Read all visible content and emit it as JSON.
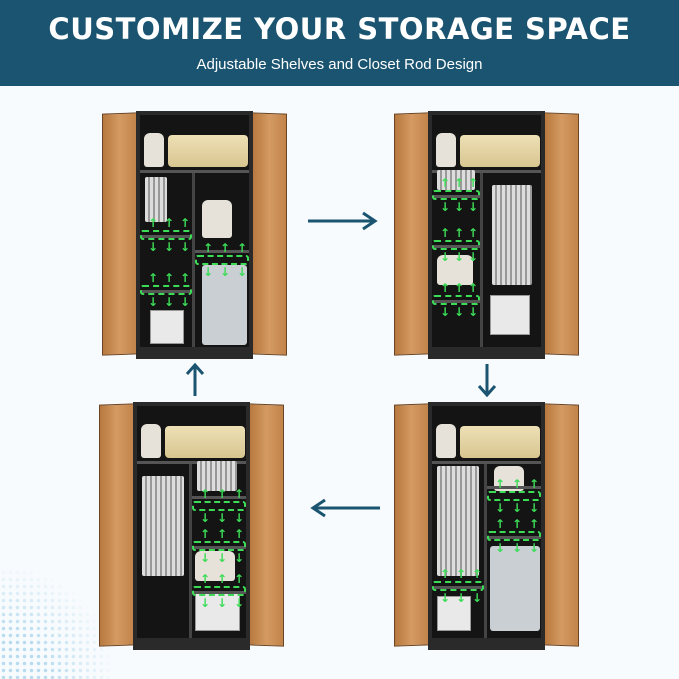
{
  "header": {
    "title": "CUSTOMIZE YOUR STORAGE SPACE",
    "subtitle": "Adjustable Shelves and Closet Rod Design"
  },
  "colors": {
    "banner": "#1b5470",
    "arrow": "#1b5470",
    "door": "#c98e57",
    "shelf_marker": "#3ddc57"
  },
  "cabinets": [
    {
      "position": "top-left",
      "layout": "shelves-left-and-right"
    },
    {
      "position": "top-right",
      "layout": "shelves-left-rod-right"
    },
    {
      "position": "bottom-right",
      "layout": "rod-left-shelves-right"
    },
    {
      "position": "bottom-left",
      "layout": "rod-left-shelves-right-alt"
    }
  ],
  "flow_arrows": [
    "right-arrow",
    "down-arrow",
    "left-arrow",
    "up-arrow"
  ]
}
